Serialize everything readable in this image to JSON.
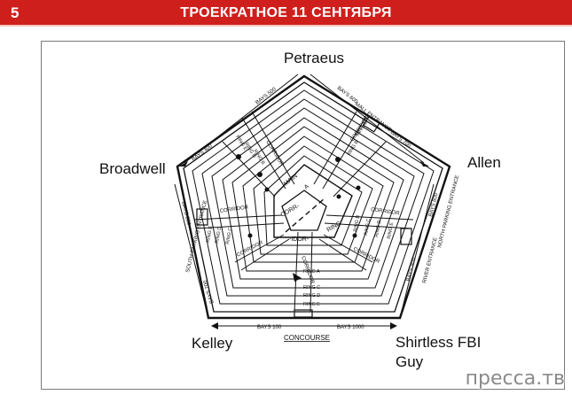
{
  "header": {
    "page_number": "5",
    "title": "ТРОЕКРАТНОЕ 11 СЕНТЯБРЯ"
  },
  "people": {
    "top": "Petraeus",
    "upper_left": "Broadwell",
    "upper_right": "Allen",
    "lower_left": "Kelley",
    "lower_right_line1": "Shirtless FBI",
    "lower_right_line2": "Guy"
  },
  "plan_labels": {
    "concourse": "CONCOURSE",
    "bays_100": "BAYS 100",
    "bays_1000": "BAYS 1000",
    "bays_200": "BAYS 200",
    "bays_300": "BAYS 300",
    "bays_400": "BAYS 400",
    "bays_500": "BAYS 500",
    "bays_600": "BAYS 600",
    "bays_700": "BAYS 700",
    "bays_800": "BAYS 800",
    "bays_900": "BAYS 900",
    "mall_entrance": "MALL ENTRANCE",
    "south_parking_entrance": "SOUTH PARKING ENTRANCE",
    "north_parking_entrance": "NORTH PARKING ENTRANCE",
    "river_entrance": "RIVER ENTRANCE",
    "corridor": "CORRIDOR",
    "main": "MAIN",
    "corr": "CORR-",
    "idor": "-IDOR-",
    "ring": "RING",
    "ring_a": "RING A",
    "ring_b": "RING B",
    "ring_c": "RING C",
    "ring_d": "RING D",
    "ring_e": "RING E",
    "a": "A"
  },
  "watermark": "пресса.тв",
  "colors": {
    "header_bg": "#cf1f1c",
    "header_text": "#ffffff",
    "ink": "#111111",
    "frame": "#7a7a7a",
    "watermark": "#8a8a8a"
  }
}
